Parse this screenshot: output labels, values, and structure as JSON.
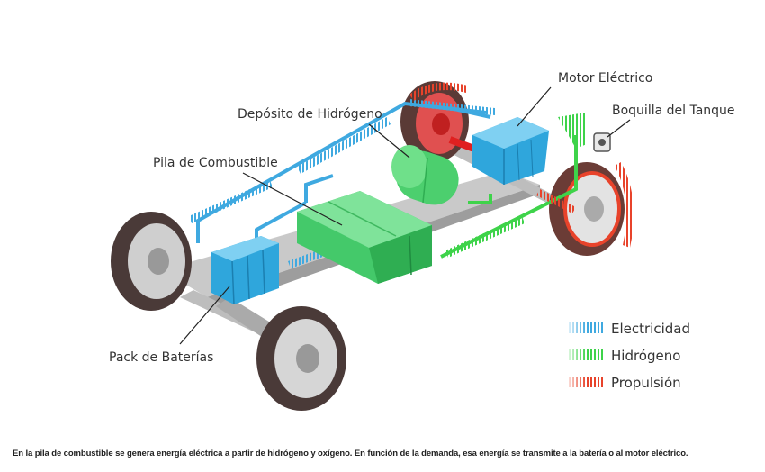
{
  "labels": {
    "motor": "Motor Eléctrico",
    "nozzle": "Boquilla del Tanque",
    "tank": "Depósito de Hidrógeno",
    "fuel_cell": "Pila de Combustible",
    "battery": "Pack de Baterías"
  },
  "legend": [
    {
      "label": "Electricidad",
      "color": "#3fa9e0"
    },
    {
      "label": "Hidrógeno",
      "color": "#3ed34a"
    },
    {
      "label": "Propulsión",
      "color": "#e8432b"
    }
  ],
  "caption": "En la pila de combustible se genera energía eléctrica a partir de hidrógeno y oxígeno. En función de la demanda, esa energía se transmite a la batería o al motor eléctrico."
}
